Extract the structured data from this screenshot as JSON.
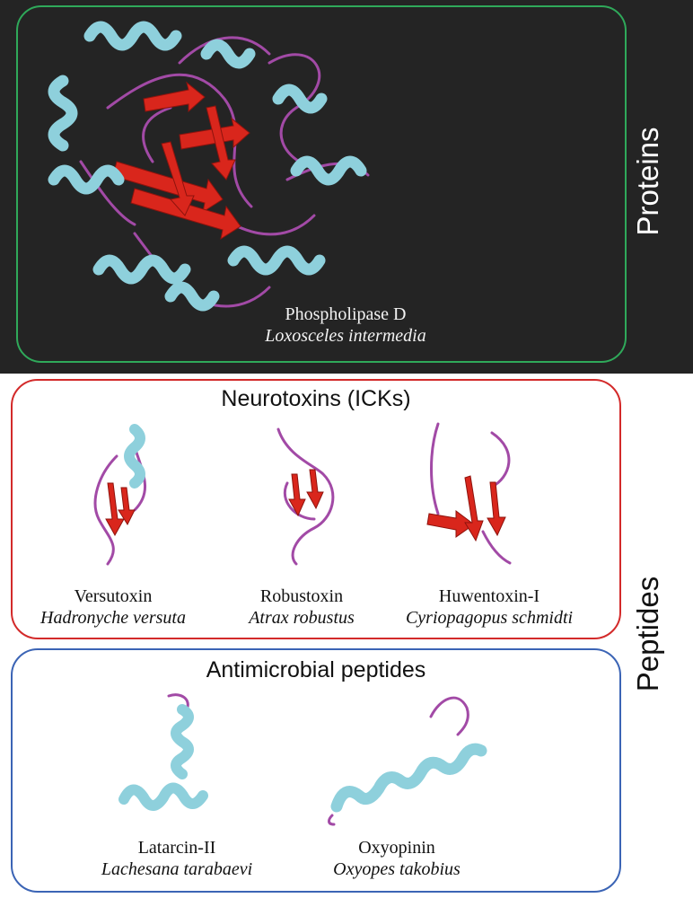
{
  "sections": {
    "proteins_label": "Proteins",
    "peptides_label": "Peptides"
  },
  "proteins": {
    "name": "Phospholipase D",
    "species": "Loxosceles intermedia"
  },
  "neurotoxins": {
    "title": "Neurotoxins (ICKs)",
    "items": [
      {
        "name": "Versutoxin",
        "species": "Hadronyche versuta"
      },
      {
        "name": "Robustoxin",
        "species": "Atrax robustus"
      },
      {
        "name": "Huwentoxin-I",
        "species": "Cyriopagopus schmidti"
      }
    ]
  },
  "antimicrobial": {
    "title": "Antimicrobial peptides",
    "items": [
      {
        "name": "Latarcin-II",
        "species": "Lachesana tarabaevi"
      },
      {
        "name": "Oxyopinin",
        "species": "Oxyopes takobius"
      }
    ]
  },
  "colors": {
    "helix": "#8ed0dc",
    "sheet": "#d9261c",
    "coil": "#a24aa6",
    "proteins_frame": "#2fa95a",
    "neurotoxin_frame": "#d32a2a",
    "antimicrobial_frame": "#3b64b5",
    "dark_background": "#242424"
  }
}
